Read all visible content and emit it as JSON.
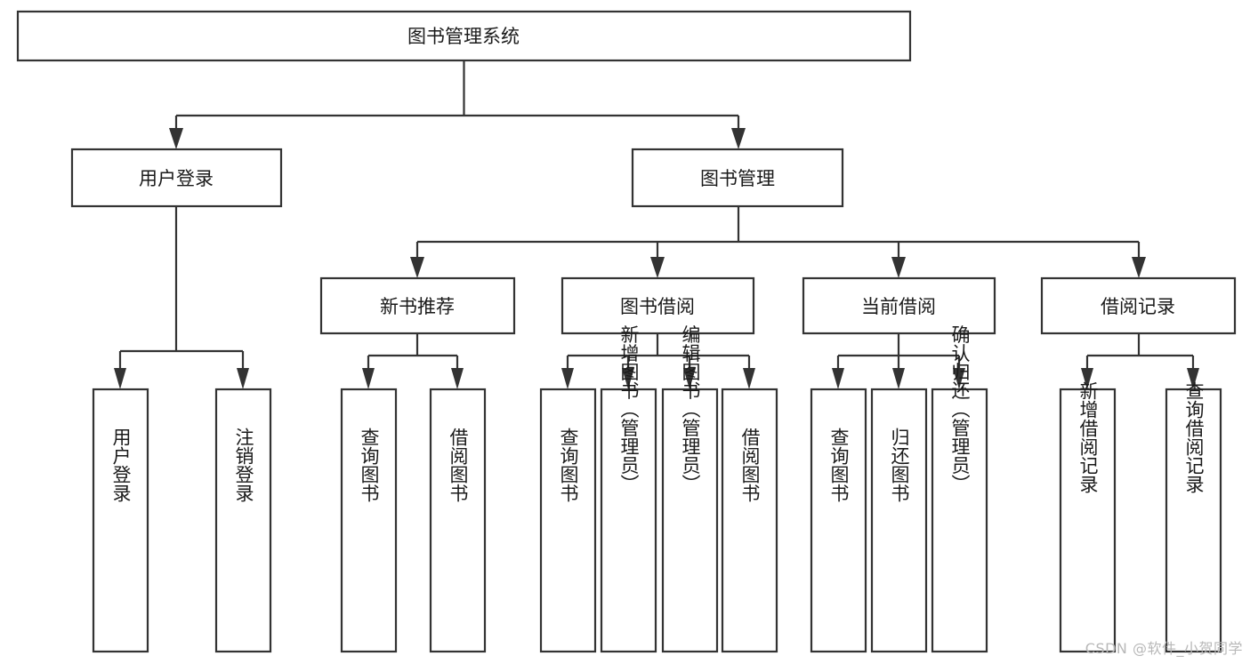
{
  "diagram": {
    "title": "图书管理系统",
    "type": "tree-hierarchy",
    "watermark": "CSDN @软件_小贺同学",
    "colors": {
      "background": "#ffffff",
      "box_fill": "#ffffff",
      "box_stroke": "#333333",
      "text": "#1a1a1a",
      "watermark": "#b8b8b8"
    },
    "levels": {
      "root": "图书管理系统",
      "level1": [
        "用户登录",
        "图书管理"
      ],
      "level2": [
        "新书推荐",
        "图书借阅",
        "当前借阅",
        "借阅记录"
      ],
      "level3": [
        "用户登录",
        "注销登录",
        "查询图书",
        "借阅图书",
        "查询图书",
        "新增图书（管理员）",
        "编辑图书（管理员）",
        "借阅图书",
        "查询图书",
        "归还图书",
        "确认归还（管理员）",
        "新增借阅记录",
        "查询借阅记录"
      ]
    },
    "nodes": {
      "root": {
        "label": "图书管理系统"
      },
      "user_login": {
        "label": "用户登录"
      },
      "book_manage": {
        "label": "图书管理"
      },
      "new_book_rec": {
        "label": "新书推荐"
      },
      "book_borrow": {
        "label": "图书借阅"
      },
      "current_borrow": {
        "label": "当前借阅"
      },
      "borrow_record": {
        "label": "借阅记录"
      },
      "leaf_user_login": {
        "label": "用户登录"
      },
      "leaf_logout": {
        "label": "注销登录"
      },
      "leaf_query_book_1": {
        "label": "查询图书"
      },
      "leaf_borrow_book_1": {
        "label": "借阅图书"
      },
      "leaf_query_book_2": {
        "label": "查询图书"
      },
      "leaf_add_book": {
        "label": "新增图书（管理员）"
      },
      "leaf_edit_book": {
        "label": "编辑图书（管理员）"
      },
      "leaf_borrow_book_2": {
        "label": "借阅图书"
      },
      "leaf_query_book_3": {
        "label": "查询图书"
      },
      "leaf_return_book": {
        "label": "归还图书"
      },
      "leaf_confirm_return": {
        "label": "确认归还（管理员）"
      },
      "leaf_add_record": {
        "label": "新增借阅记录"
      },
      "leaf_query_record": {
        "label": "查询借阅记录"
      }
    }
  }
}
